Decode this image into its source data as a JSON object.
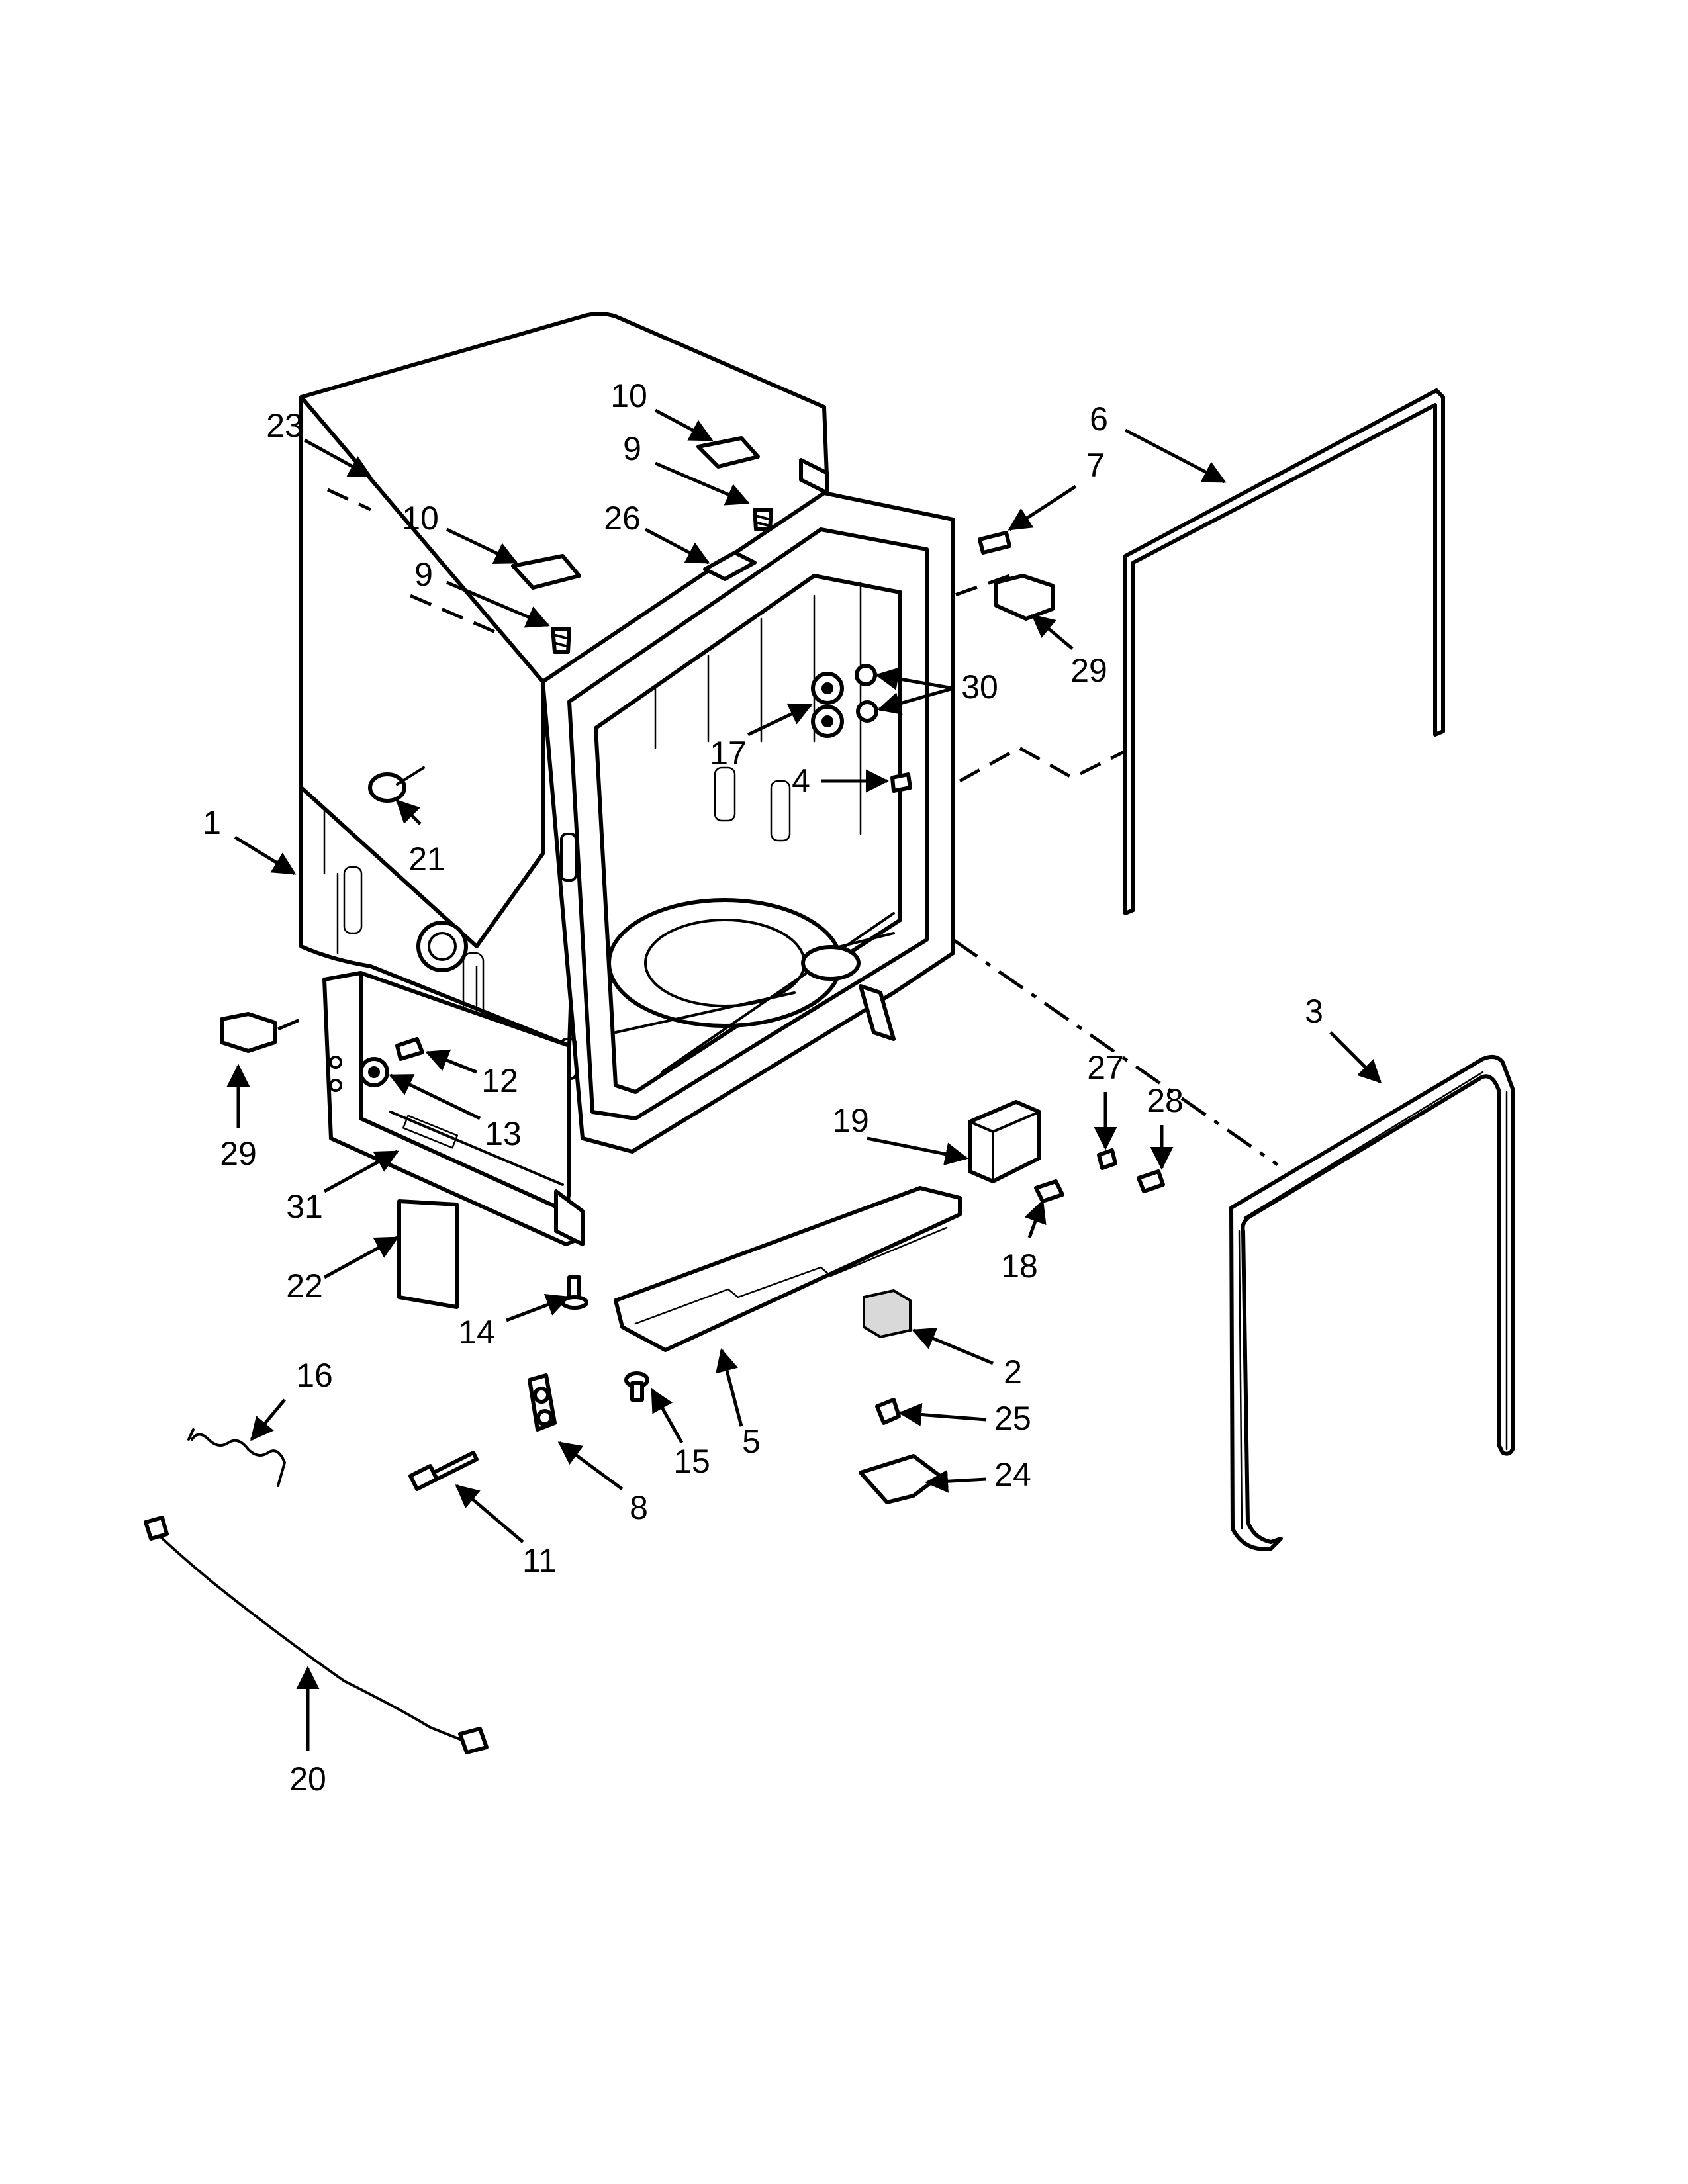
{
  "diagram": {
    "callouts": [
      {
        "id": "c23",
        "label": "23"
      },
      {
        "id": "c10a",
        "label": "10"
      },
      {
        "id": "c9a",
        "label": "9"
      },
      {
        "id": "c10b",
        "label": "10"
      },
      {
        "id": "c9b",
        "label": "9"
      },
      {
        "id": "c26",
        "label": "26"
      },
      {
        "id": "c6",
        "label": "6"
      },
      {
        "id": "c7",
        "label": "7"
      },
      {
        "id": "c29a",
        "label": "29"
      },
      {
        "id": "c30",
        "label": "30"
      },
      {
        "id": "c17",
        "label": "17"
      },
      {
        "id": "c4",
        "label": "4"
      },
      {
        "id": "c1",
        "label": "1"
      },
      {
        "id": "c21",
        "label": "21"
      },
      {
        "id": "c3",
        "label": "3"
      },
      {
        "id": "c12",
        "label": "12"
      },
      {
        "id": "c13",
        "label": "13"
      },
      {
        "id": "c29b",
        "label": "29"
      },
      {
        "id": "c27",
        "label": "27"
      },
      {
        "id": "c28",
        "label": "28"
      },
      {
        "id": "c19",
        "label": "19"
      },
      {
        "id": "c31",
        "label": "31"
      },
      {
        "id": "c18",
        "label": "18"
      },
      {
        "id": "c22",
        "label": "22"
      },
      {
        "id": "c14",
        "label": "14"
      },
      {
        "id": "c2",
        "label": "2"
      },
      {
        "id": "c16",
        "label": "16"
      },
      {
        "id": "c25",
        "label": "25"
      },
      {
        "id": "c5",
        "label": "5"
      },
      {
        "id": "c15",
        "label": "15"
      },
      {
        "id": "c24",
        "label": "24"
      },
      {
        "id": "c8",
        "label": "8"
      },
      {
        "id": "c11",
        "label": "11"
      },
      {
        "id": "c20",
        "label": "20"
      }
    ]
  }
}
